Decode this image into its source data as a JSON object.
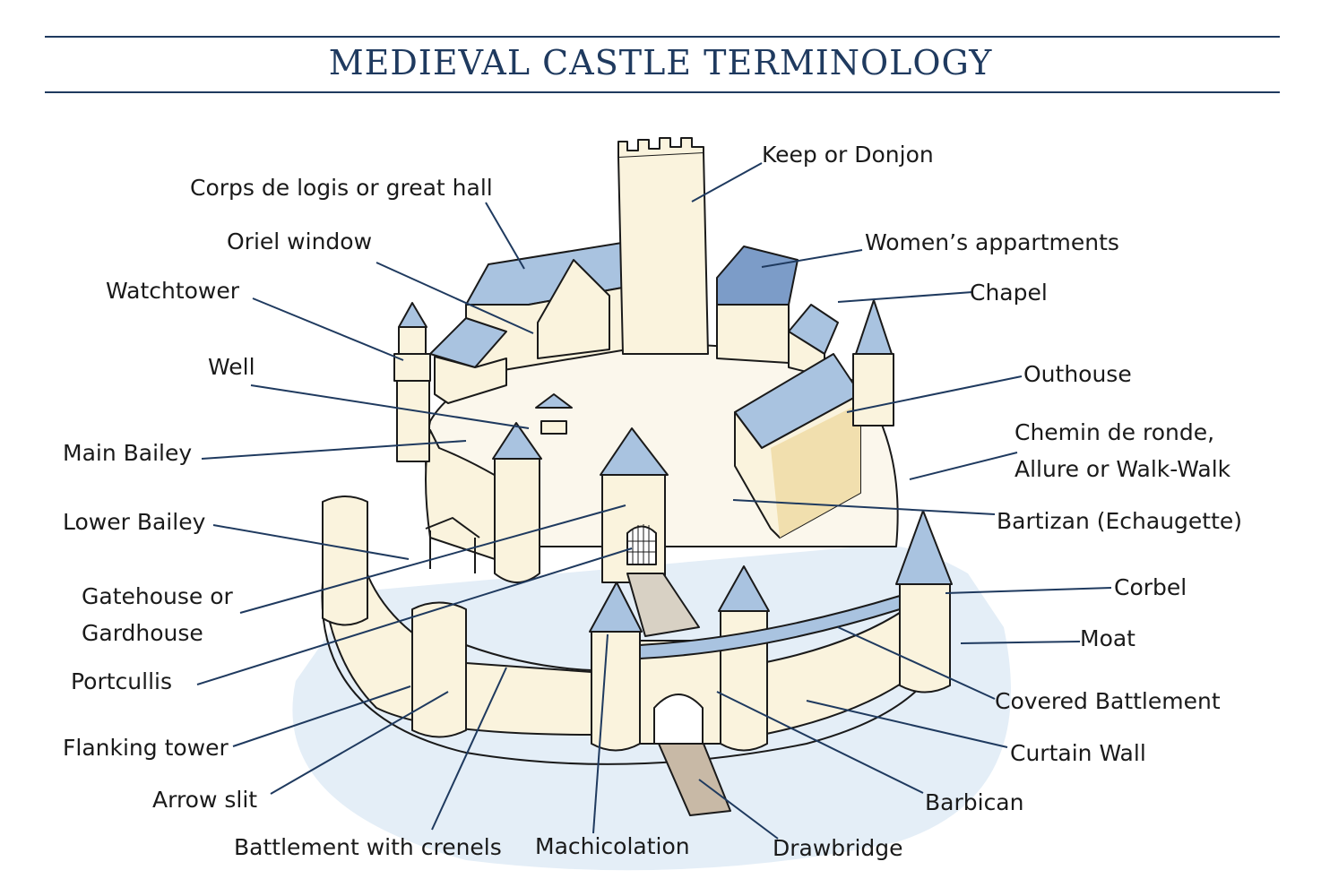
{
  "title": "MEDIEVAL CASTLE TERMINOLOGY",
  "colors": {
    "title": "#1f3a5f",
    "leader": "#1f3a5f",
    "roof": "#a9c3e0",
    "wall": "#faf3dd",
    "moat": "#e4eef7"
  },
  "labels": {
    "keep": "Keep or Donjon",
    "great_hall": "Corps de logis or great hall",
    "oriel": "Oriel window",
    "womens": "Women’s appartments",
    "watchtower": "Watchtower",
    "chapel": "Chapel",
    "well": "Well",
    "outhouse": "Outhouse",
    "chemin_1": "Chemin de ronde,",
    "chemin_2": "Allure or Walk-Walk",
    "main_bailey": "Main Bailey",
    "bartizan": "Bartizan (Echaugette)",
    "lower_bailey": "Lower Bailey",
    "gatehouse_1": "Gatehouse or",
    "gatehouse_2": "Gardhouse",
    "corbel": "Corbel",
    "moat": "Moat",
    "portcullis": "Portcullis",
    "covered_battlement": "Covered Battlement",
    "flanking_tower": "Flanking tower",
    "curtain_wall": "Curtain Wall",
    "arrow_slit": "Arrow slit",
    "barbican": "Barbican",
    "battlement": "Battlement with crenels",
    "machicolation": "Machicolation",
    "drawbridge": "Drawbridge"
  }
}
